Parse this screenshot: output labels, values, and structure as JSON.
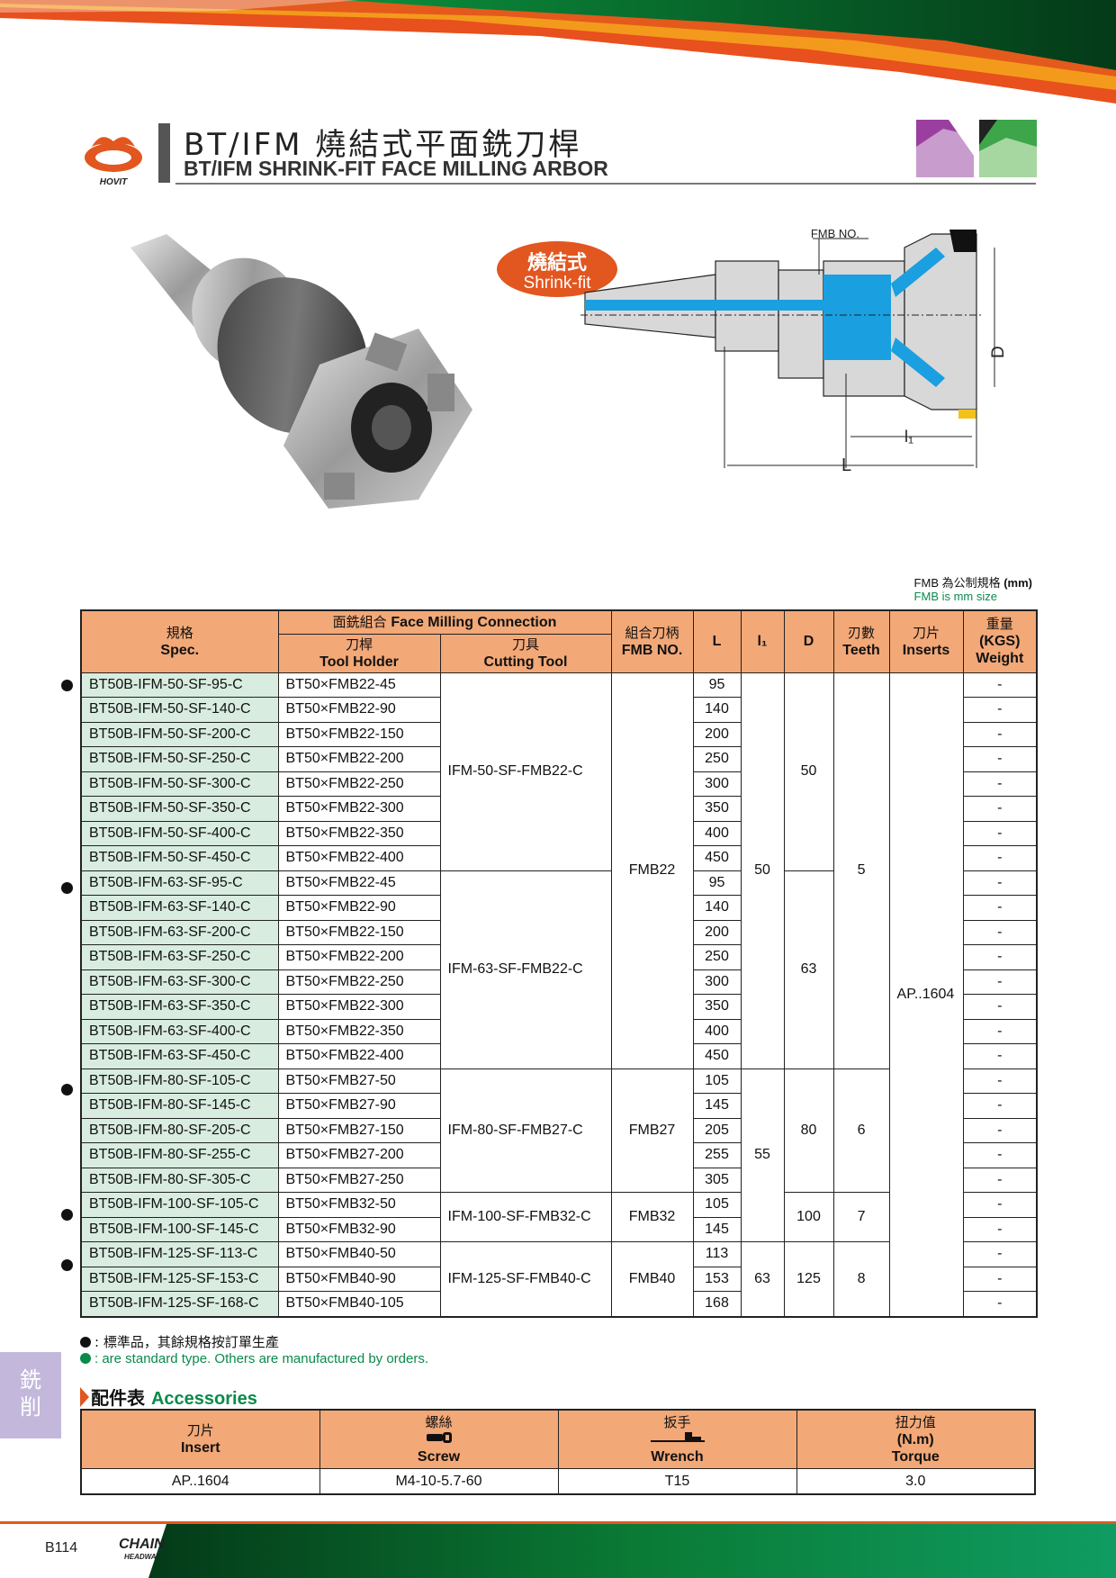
{
  "brand": "HOVIT",
  "title": {
    "zh": "BT/IFM 燒結式平面銑刀桿",
    "en": "BT/IFM SHRINK-FIT FACE MILLING ARBOR"
  },
  "badge": {
    "zh": "燒結式",
    "en": "Shrink-fit"
  },
  "drawing_labels": {
    "fmb": "FMB NO.",
    "d": "D",
    "l1": "l₁",
    "l": "L"
  },
  "note": {
    "zh_prefix": "FMB 為公制規格 ",
    "zh_unit": "(mm)",
    "en": "FMB is mm size"
  },
  "table": {
    "headers": {
      "spec_zh": "規格",
      "spec_en": "Spec.",
      "conn_zh": "面銑組合 ",
      "conn_en": "Face Milling Connection",
      "holder_zh": "刀桿",
      "holder_en": "Tool Holder",
      "tool_zh": "刀具",
      "tool_en": "Cutting Tool",
      "fmb_zh": "組合刀柄",
      "fmb_en": "FMB NO.",
      "L": "L",
      "l1": "l₁",
      "D": "D",
      "teeth_zh": "刃數",
      "teeth_en": "Teeth",
      "inserts_zh": "刀片",
      "inserts_en": "Inserts",
      "weight_zh": "重量",
      "weight_unit": "(KGS)",
      "weight_en": "Weight"
    },
    "rows": [
      {
        "spec": "BT50B-IFM-50-SF-95-C",
        "holder": "BT50×FMB22-45",
        "L": "95",
        "weight": "-"
      },
      {
        "spec": "BT50B-IFM-50-SF-140-C",
        "holder": "BT50×FMB22-90",
        "L": "140",
        "weight": "-"
      },
      {
        "spec": "BT50B-IFM-50-SF-200-C",
        "holder": "BT50×FMB22-150",
        "L": "200",
        "weight": "-"
      },
      {
        "spec": "BT50B-IFM-50-SF-250-C",
        "holder": "BT50×FMB22-200",
        "L": "250",
        "weight": "-"
      },
      {
        "spec": "BT50B-IFM-50-SF-300-C",
        "holder": "BT50×FMB22-250",
        "L": "300",
        "weight": "-"
      },
      {
        "spec": "BT50B-IFM-50-SF-350-C",
        "holder": "BT50×FMB22-300",
        "L": "350",
        "weight": "-"
      },
      {
        "spec": "BT50B-IFM-50-SF-400-C",
        "holder": "BT50×FMB22-350",
        "L": "400",
        "weight": "-"
      },
      {
        "spec": "BT50B-IFM-50-SF-450-C",
        "holder": "BT50×FMB22-400",
        "L": "450",
        "weight": "-"
      },
      {
        "spec": "BT50B-IFM-63-SF-95-C",
        "holder": "BT50×FMB22-45",
        "L": "95",
        "weight": "-"
      },
      {
        "spec": "BT50B-IFM-63-SF-140-C",
        "holder": "BT50×FMB22-90",
        "L": "140",
        "weight": "-"
      },
      {
        "spec": "BT50B-IFM-63-SF-200-C",
        "holder": "BT50×FMB22-150",
        "L": "200",
        "weight": "-"
      },
      {
        "spec": "BT50B-IFM-63-SF-250-C",
        "holder": "BT50×FMB22-200",
        "L": "250",
        "weight": "-"
      },
      {
        "spec": "BT50B-IFM-63-SF-300-C",
        "holder": "BT50×FMB22-250",
        "L": "300",
        "weight": "-"
      },
      {
        "spec": "BT50B-IFM-63-SF-350-C",
        "holder": "BT50×FMB22-300",
        "L": "350",
        "weight": "-"
      },
      {
        "spec": "BT50B-IFM-63-SF-400-C",
        "holder": "BT50×FMB22-350",
        "L": "400",
        "weight": "-"
      },
      {
        "spec": "BT50B-IFM-63-SF-450-C",
        "holder": "BT50×FMB22-400",
        "L": "450",
        "weight": "-"
      },
      {
        "spec": "BT50B-IFM-80-SF-105-C",
        "holder": "BT50×FMB27-50",
        "L": "105",
        "weight": "-"
      },
      {
        "spec": "BT50B-IFM-80-SF-145-C",
        "holder": "BT50×FMB27-90",
        "L": "145",
        "weight": "-"
      },
      {
        "spec": "BT50B-IFM-80-SF-205-C",
        "holder": "BT50×FMB27-150",
        "L": "205",
        "weight": "-"
      },
      {
        "spec": "BT50B-IFM-80-SF-255-C",
        "holder": "BT50×FMB27-200",
        "L": "255",
        "weight": "-"
      },
      {
        "spec": "BT50B-IFM-80-SF-305-C",
        "holder": "BT50×FMB27-250",
        "L": "305",
        "weight": "-"
      },
      {
        "spec": "BT50B-IFM-100-SF-105-C",
        "holder": "BT50×FMB32-50",
        "L": "105",
        "weight": "-"
      },
      {
        "spec": "BT50B-IFM-100-SF-145-C",
        "holder": "BT50×FMB32-90",
        "L": "145",
        "weight": "-"
      },
      {
        "spec": "BT50B-IFM-125-SF-113-C",
        "holder": "BT50×FMB40-50",
        "L": "113",
        "weight": "-"
      },
      {
        "spec": "BT50B-IFM-125-SF-153-C",
        "holder": "BT50×FMB40-90",
        "L": "153",
        "weight": "-"
      },
      {
        "spec": "BT50B-IFM-125-SF-168-C",
        "holder": "BT50×FMB40-105",
        "L": "168",
        "weight": "-"
      }
    ],
    "merged": {
      "tool": [
        "IFM-50-SF-FMB22-C",
        "IFM-63-SF-FMB22-C",
        "IFM-80-SF-FMB27-C",
        "IFM-100-SF-FMB32-C",
        "IFM-125-SF-FMB40-C"
      ],
      "fmb": [
        "FMB22",
        "FMB27",
        "FMB32",
        "FMB40"
      ],
      "l1": [
        "50",
        "55",
        "63"
      ],
      "D": [
        "50",
        "63",
        "80",
        "100",
        "125"
      ],
      "teeth": [
        "5",
        "6",
        "7",
        "8"
      ],
      "inserts": "AP..1604"
    }
  },
  "legend": {
    "zh": ": 標準品，其餘規格按訂單生產",
    "en": ": are standard type. Others are manufactured by orders."
  },
  "side_tab": {
    "line1": "銑",
    "line2": "削"
  },
  "accessories": {
    "title_zh": "配件表 ",
    "title_en": "Accessories",
    "headers": [
      {
        "zh": "刀片",
        "en": "Insert"
      },
      {
        "zh": "螺絲",
        "en": "Screw"
      },
      {
        "zh": "扳手",
        "en": "Wrench"
      },
      {
        "zh": "扭力值",
        "unit": "(N.m)",
        "en": "Torque"
      }
    ],
    "values": [
      "AP..1604",
      "M4-10-5.7-60",
      "T15",
      "3.0"
    ]
  },
  "footer": {
    "page": "B114",
    "logo_line1": "CHAIN",
    "logo_line2": "HEADWAY"
  },
  "colors": {
    "header_orange": "#f2a877",
    "spec_green": "#d8ece0",
    "accent_green": "#0a8a4a",
    "accent_orange": "#e2561f"
  }
}
